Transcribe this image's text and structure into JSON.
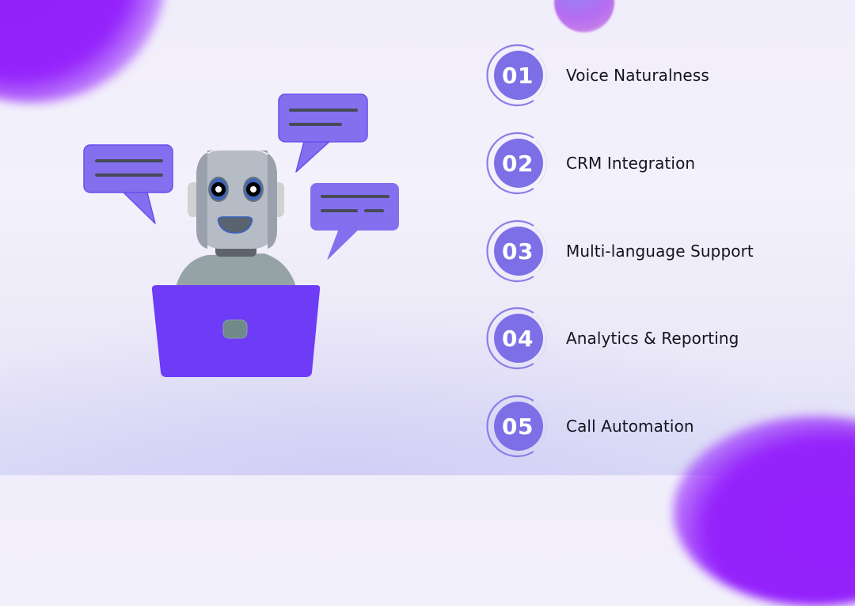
{
  "colors": {
    "accent": "#7d6fe6",
    "badge_ring": "#8b7ee8",
    "laptop": "#6e3cf7",
    "bubble_fill": "#8470ee",
    "bubble_stroke": "#6a4df0",
    "bubble_lines": "#474a58",
    "robot_head": "#b5bcc6",
    "robot_body": "#95a3a6",
    "background_blob": "#9423fb"
  },
  "illustration": {
    "subject": "robot-with-laptop",
    "speech_bubbles": 3
  },
  "features": [
    {
      "number": "01",
      "label": "Voice Naturalness"
    },
    {
      "number": "02",
      "label": "CRM Integration"
    },
    {
      "number": "03",
      "label": "Multi-language Support"
    },
    {
      "number": "04",
      "label": "Analytics & Reporting"
    },
    {
      "number": "05",
      "label": "Call Automation"
    }
  ]
}
